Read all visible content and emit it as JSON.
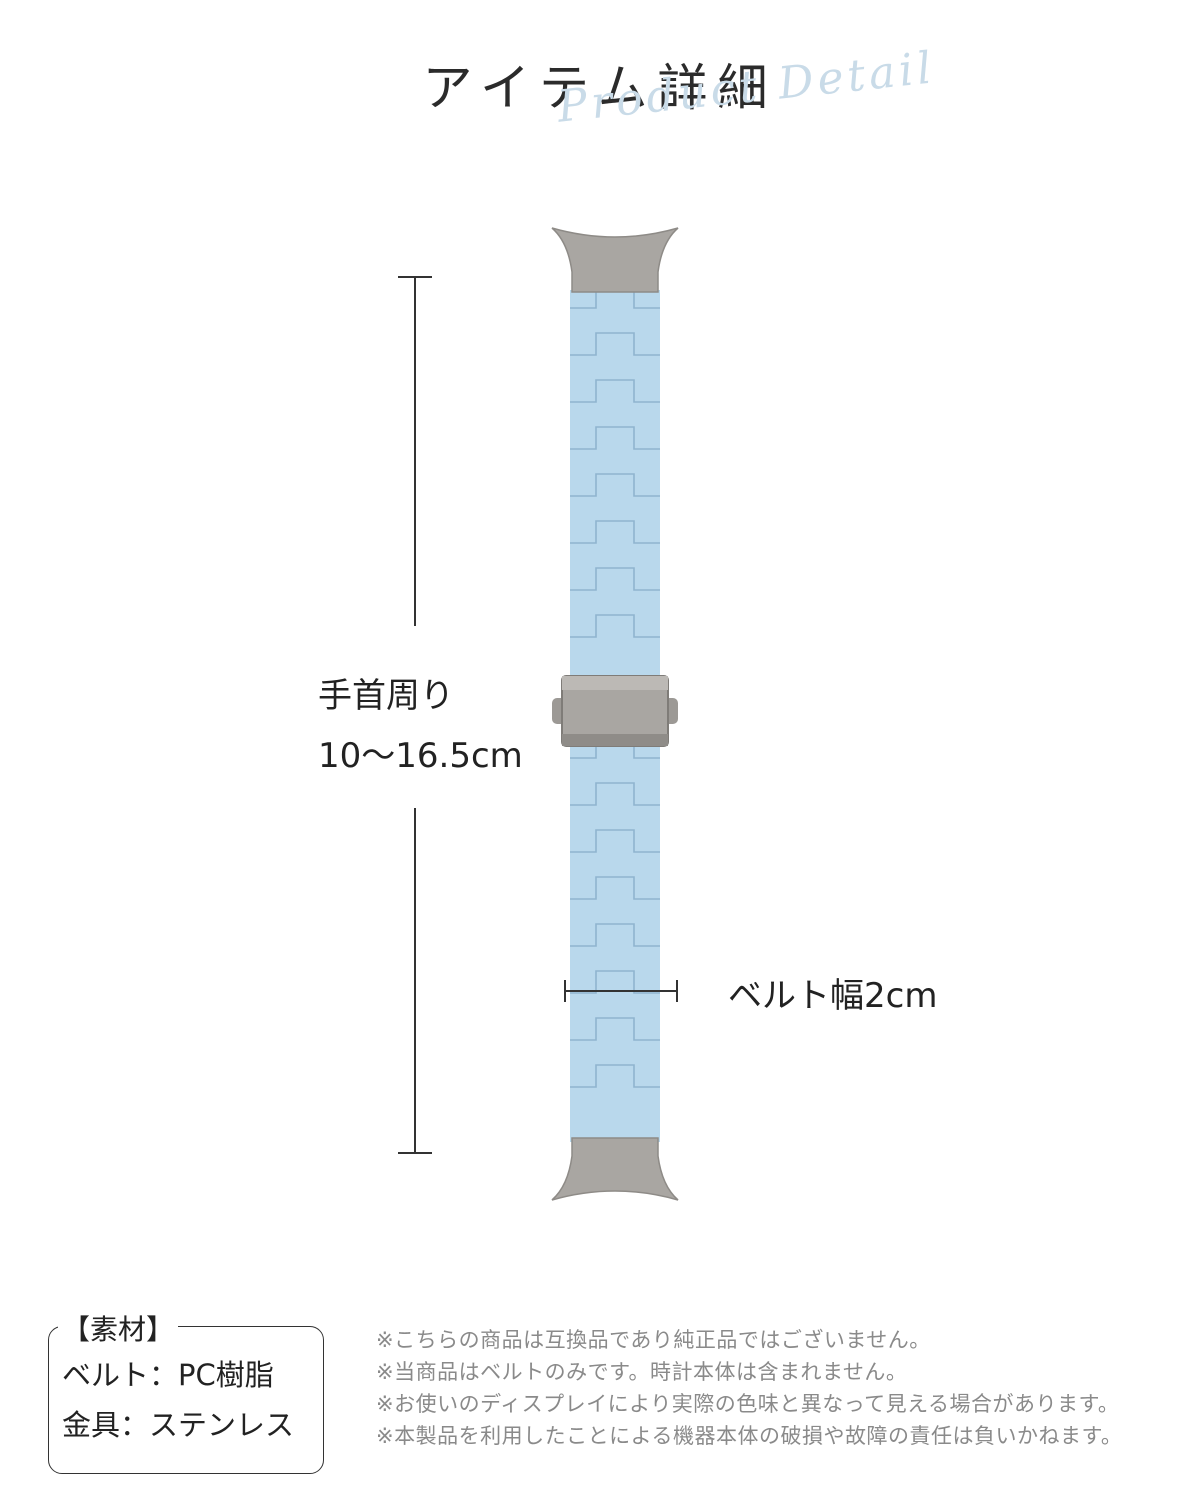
{
  "header": {
    "title": "アイテム詳細",
    "script_subtitle": "Product Detail"
  },
  "measurements": {
    "wrist_label": "手首周り",
    "wrist_range": "10～16.5cm",
    "belt_width": "ベルト幅2cm"
  },
  "product": {
    "band_color": "#b9d8ec",
    "band_shadow_color": "#8fb4cf",
    "metal_color": "#a9a6a2"
  },
  "materials": {
    "heading": "【素材】",
    "belt": "ベルト：PC樹脂",
    "hardware": "金具：ステンレス"
  },
  "notes": [
    "※こちらの商品は互換品であり純正品ではございません。",
    "※当商品はベルトのみです。時計本体は含まれません。",
    "※お使いのディスプレイにより実際の色味と異なって見える場合があります。",
    "※本製品を利用したことによる機器本体の破損や故障の責任は負いかねます。"
  ]
}
